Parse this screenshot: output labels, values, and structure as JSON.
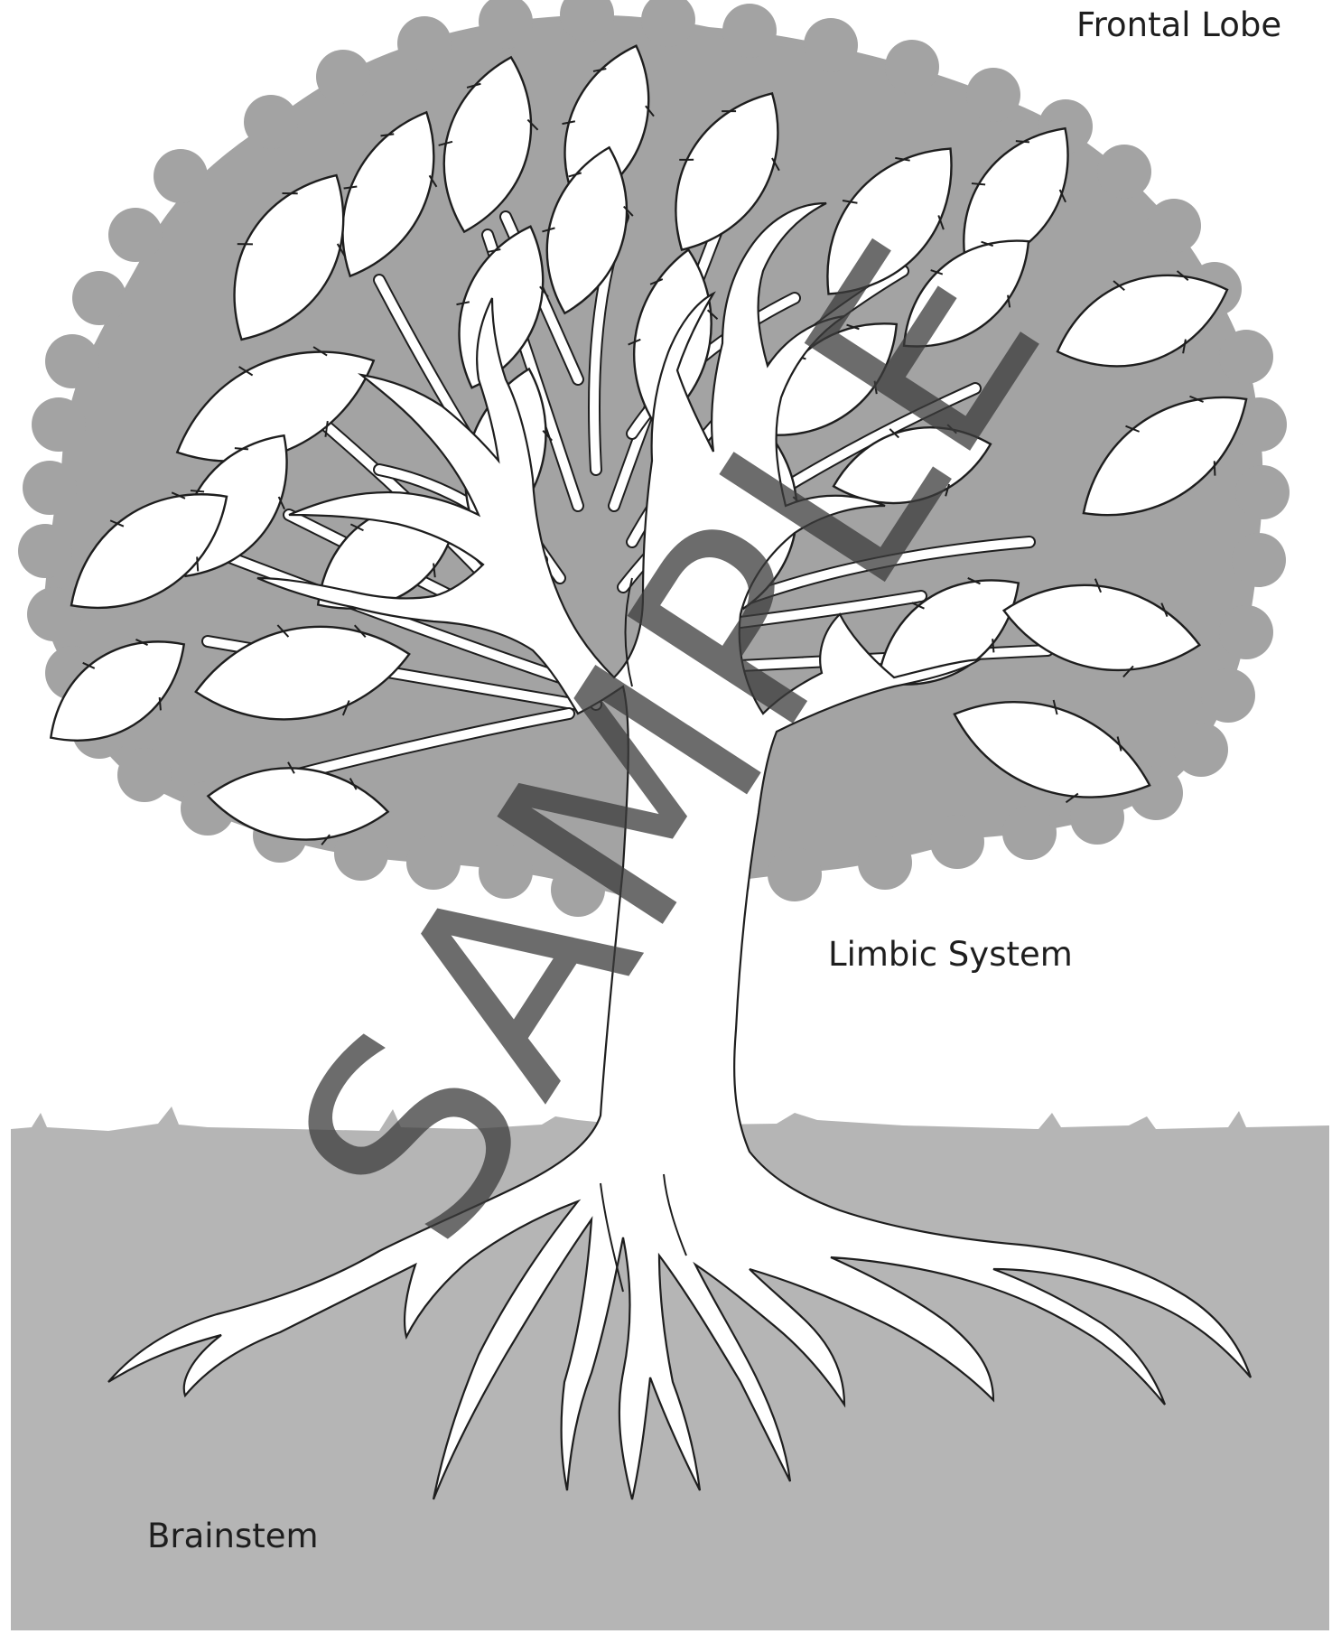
{
  "labels": {
    "frontal": "Frontal Lobe",
    "limbic": "Limbic System",
    "brainstem": "Brainstem"
  },
  "watermark": "SAMPLE",
  "colors": {
    "canopy": "#a3a3a3",
    "ground": "#b5b5b5",
    "leaf_fill": "#ffffff",
    "outline": "#1e1e1e",
    "watermark": "#3c3c3c"
  }
}
